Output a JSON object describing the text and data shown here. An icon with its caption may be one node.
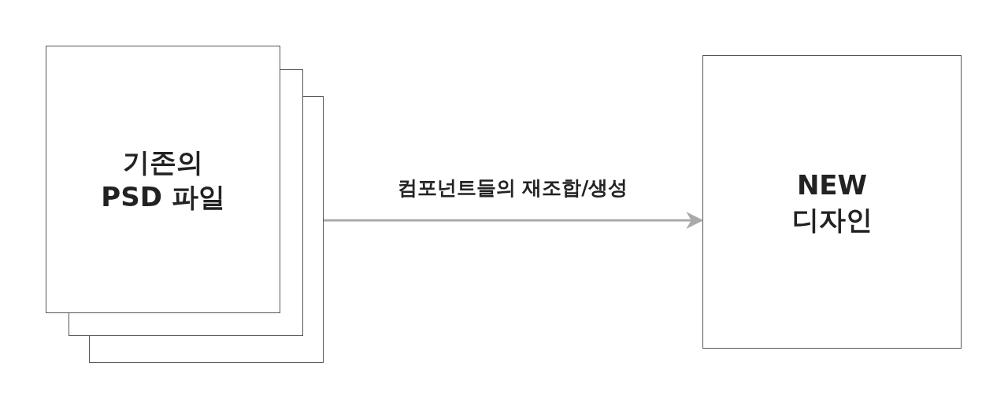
{
  "diagram": {
    "nodes": [
      {
        "text": [
          "기존의 PSD 파일"
        ]
      },
      {
        "text": [
          "NEW 디자인"
        ]
      }
    ],
    "edges": [
      {
        "from": 0,
        "to": 1,
        "arrow": "to",
        "label": "컴포넌트들의 재조합/생성",
        "color": "#aaaaaa"
      }
    ]
  }
}
